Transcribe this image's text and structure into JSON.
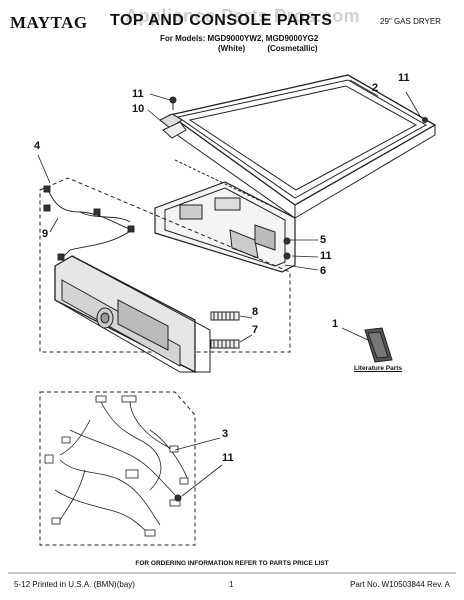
{
  "header": {
    "brand": "MAYTAG",
    "title": "TOP AND CONSOLE PARTS",
    "subtitle": "29\" GAS DRYER",
    "models": "For Models: MGD9000YW2, MGD9000YG2",
    "variants": [
      "(White)",
      "(Cosmetallic)"
    ],
    "watermark": "Appliance Parts Pros.com"
  },
  "callouts": {
    "c2": "2",
    "c11a": "11",
    "c11b": "11",
    "c10": "10",
    "c4": "4",
    "c9": "9",
    "c5": "5",
    "c11c": "11",
    "c6": "6",
    "c8": "8",
    "c7": "7",
    "c1": "1",
    "c3": "3",
    "c11d": "11"
  },
  "literature_label": "Literature Parts",
  "order_note": "FOR ORDERING INFORMATION REFER TO PARTS PRICE LIST",
  "footer": {
    "left": "5-12 Printed in U.S.A. (BMN)(bay)",
    "center": "1",
    "right": "Part No. W10503844 Rev. A"
  }
}
